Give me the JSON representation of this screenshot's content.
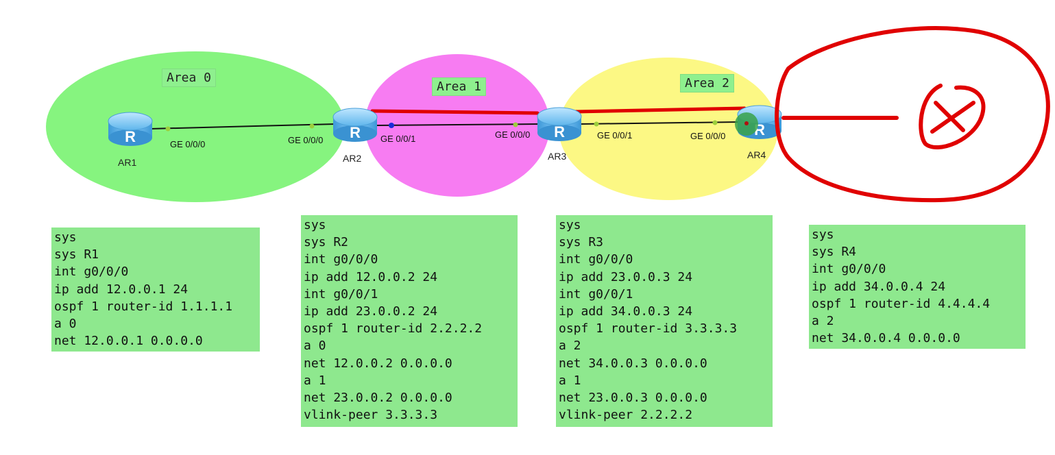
{
  "areas": [
    {
      "label": "Area 0",
      "color": "#86f47f"
    },
    {
      "label": "Area 1",
      "color": "#f77cf2"
    },
    {
      "label": "Area 2",
      "color": "#fcf884"
    }
  ],
  "routers": [
    {
      "name": "AR1"
    },
    {
      "name": "AR2"
    },
    {
      "name": "AR3"
    },
    {
      "name": "AR4"
    }
  ],
  "ports": [
    {
      "label": "GE 0/0/0"
    },
    {
      "label": "GE 0/0/0"
    },
    {
      "label": "GE 0/0/1"
    },
    {
      "label": "GE 0/0/0"
    },
    {
      "label": "GE 0/0/1"
    },
    {
      "label": "GE 0/0/0"
    }
  ],
  "colors": {
    "highlight": "#e00000",
    "config_bg": "#8ee88e",
    "router_body": "#4aa8e8"
  },
  "configs": [
    {
      "router": "R1",
      "lines": [
        "sys",
        "sys R1",
        "int g0/0/0",
        "ip add 12.0.0.1 24",
        "ospf 1 router-id 1.1.1.1",
        "a 0",
        "net 12.0.0.1 0.0.0.0"
      ]
    },
    {
      "router": "R2",
      "lines": [
        "sys",
        "sys R2",
        "int g0/0/0",
        "ip add 12.0.0.2 24",
        "int g0/0/1",
        "ip add 23.0.0.2 24",
        "ospf 1 router-id 2.2.2.2",
        "a 0",
        "net 12.0.0.2 0.0.0.0",
        "a 1",
        "net 23.0.0.2 0.0.0.0",
        "vlink-peer 3.3.3.3"
      ]
    },
    {
      "router": "R3",
      "lines": [
        "sys",
        "sys R3",
        "int g0/0/0",
        "ip add 23.0.0.3 24",
        "int g0/0/1",
        "ip add 34.0.0.3 24",
        "ospf 1 router-id 3.3.3.3",
        "a 2",
        "net 34.0.0.3 0.0.0.0",
        "a 1",
        "net 23.0.0.3 0.0.0.0",
        "vlink-peer 2.2.2.2"
      ]
    },
    {
      "router": "R4",
      "lines": [
        "sys",
        "sys R4",
        "int g0/0/0",
        "ip add 34.0.0.4 24",
        "ospf 1 router-id 4.4.4.4",
        "a 2",
        "net 34.0.0.4 0.0.0.0"
      ]
    }
  ]
}
